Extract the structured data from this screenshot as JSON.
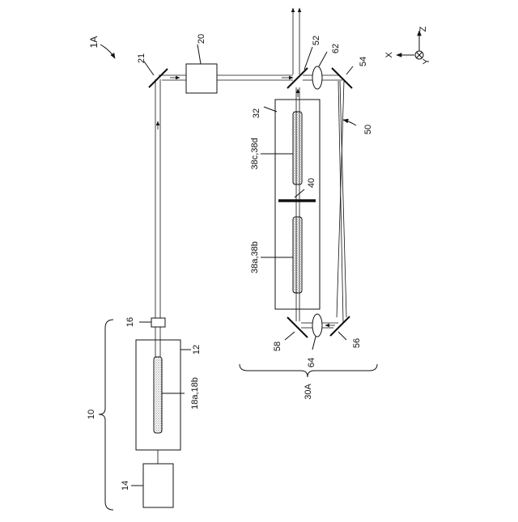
{
  "labels": {
    "fig_ref": "1A",
    "block_10": "10",
    "laser_12": "12",
    "unit_14": "14",
    "element_16": "16",
    "rods_18": "18a,18b",
    "unit_20": "20",
    "mirror_21": "21",
    "chamber_32": "32",
    "rods_38ab": "38a,38b",
    "rods_38cd": "38c,38d",
    "plate_40": "40",
    "optics_50": "50",
    "mirror_52": "52",
    "mirror_54": "54",
    "mirror_56": "56",
    "mirror_58": "58",
    "lens_62": "62",
    "lens_64": "64",
    "amp_30A": "30A"
  },
  "axes": {
    "x": "X",
    "y": "Y",
    "z": "Z"
  }
}
